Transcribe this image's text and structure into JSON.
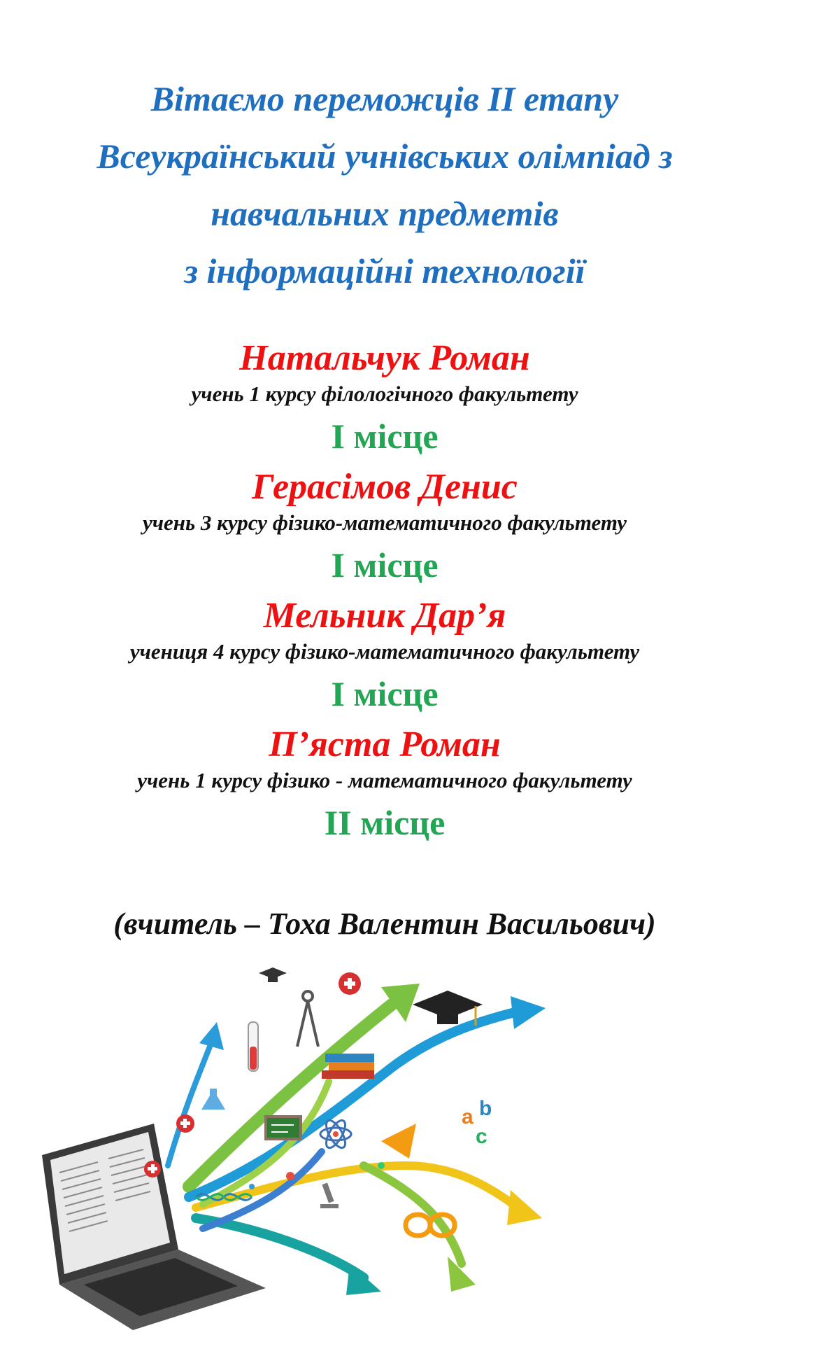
{
  "heading": {
    "line1": "Вітаємо переможців ІІ етапу",
    "line2": "Всеукраїнський учнівських олімпіад з",
    "line3": "навчальних предметів",
    "line4": "з інформаційні технології"
  },
  "winners": [
    {
      "name": "Натальчук Роман",
      "description": "учень  1 курсу філологічного  факультету",
      "place": "І місце"
    },
    {
      "name": "Герасімов Денис",
      "description": "учень  3 курсу фізико-математичного факультету",
      "place": "І місце"
    },
    {
      "name": "Мельник Дар’я",
      "description": "учениця  4  курсу фізико-математичного факультету",
      "place": "І місце"
    },
    {
      "name": "П’яста Роман",
      "description": "учень  1 курсу фізико - математичного факультету",
      "place": "ІІ місце"
    }
  ],
  "teacher": "(вчитель – Тоха Валентин Васильович)",
  "colors": {
    "heading": "#1f6fc1",
    "name": "#ee1111",
    "place": "#22a653",
    "text": "#111111"
  },
  "illustration": {
    "icons": [
      "laptop-icon",
      "graduation-cap-icon",
      "compass-icon",
      "test-tube-icon",
      "atom-icon",
      "dna-icon",
      "microscope-icon",
      "books-icon",
      "chalkboard-icon",
      "abc-letters-icon",
      "infinity-icon",
      "medical-cross-icon"
    ]
  }
}
